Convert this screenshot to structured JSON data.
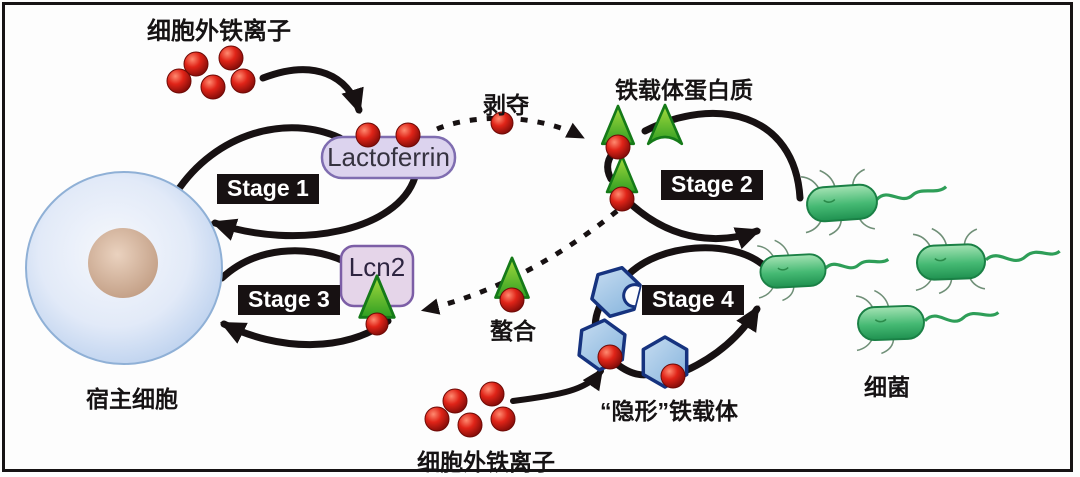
{
  "labels": {
    "extracellular_iron_top": "细胞外铁离子",
    "deprivation": "剥夺",
    "siderophore_protein": "铁载体蛋白质",
    "lactoferrin": "Lactoferrin",
    "lcn2": "Lcn2",
    "stage_1": "Stage 1",
    "stage_2": "Stage 2",
    "stage_3": "Stage 3",
    "stage_4": "Stage 4",
    "chelation": "螯合",
    "host_cell": "宿主细胞",
    "bacteria": "细菌",
    "stealth_siderophore": "“隐形”铁载体",
    "extracellular_iron_bottom": "细胞外铁离子"
  },
  "icons": {
    "iron_ion": "red-sphere",
    "siderophore": "green-triangle",
    "stealth_siderophore": "blue-hexagon",
    "bacterium": "green-rod-with-flagellum",
    "host_cell": "blue-cell-with-nucleus"
  },
  "colors": {
    "iron_ion": "#d92020",
    "siderophore_fill": "#46b52e",
    "siderophore_border": "#157a18",
    "stealth_hexagon_fill": "#9ec7e8",
    "stealth_hexagon_border": "#16337f",
    "bacterium_fill": "#3cb06a",
    "stage_box_bg": "#171112",
    "stage_box_text": "#ffffff",
    "lactoferrin_fill": "#dcd3ee",
    "lactoferrin_border": "#7f6db0",
    "lcn2_fill": "#e5d5e9",
    "host_cell_fill": "#cfdef4",
    "nucleus_fill": "#d0a98e",
    "arrow": "#171112"
  }
}
